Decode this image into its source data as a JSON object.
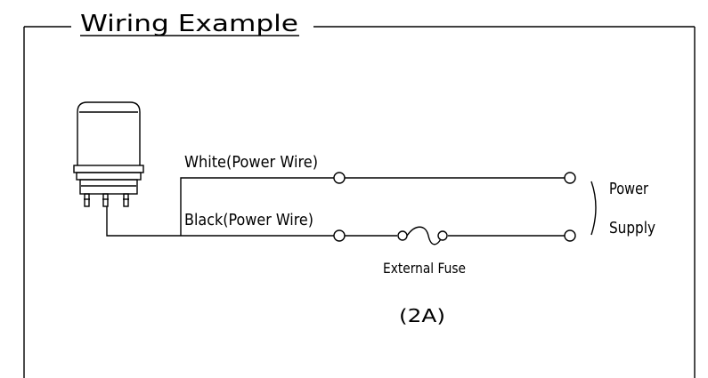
{
  "title": "Wiring Example",
  "wires": {
    "white_label": "White(Power Wire)",
    "black_label": "Black(Power Wire)"
  },
  "fuse": {
    "label": "External Fuse",
    "rating": "(2A)"
  },
  "supply": {
    "line1": "Power",
    "line2": "Supply"
  }
}
